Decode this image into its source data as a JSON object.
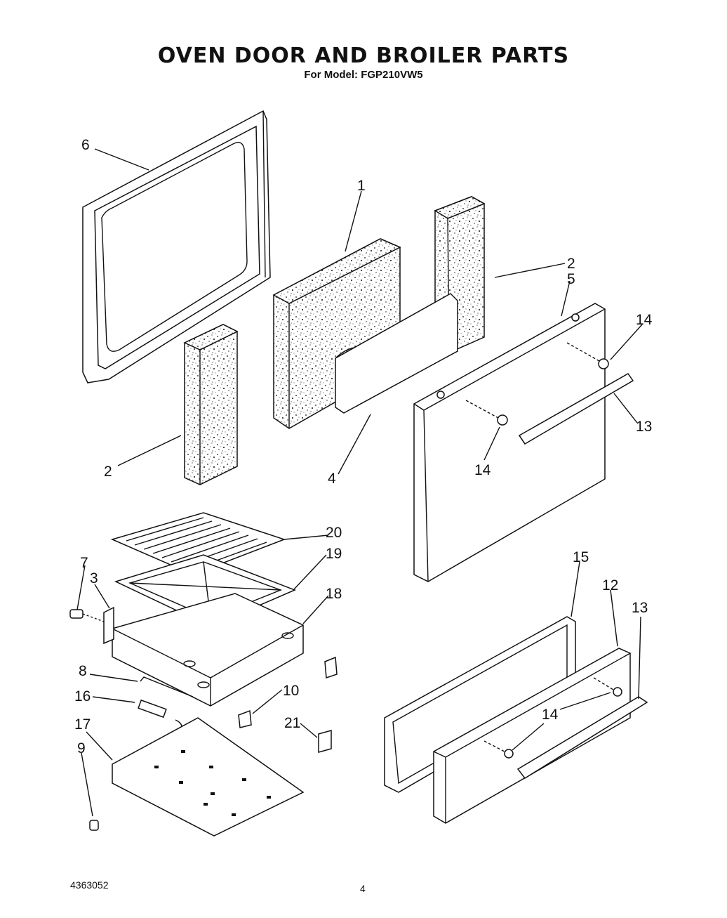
{
  "header": {
    "title": "OVEN DOOR AND BROILER PARTS",
    "subtitle": "For Model: FGP210VW5"
  },
  "footer": {
    "doc_number": "4363052",
    "page_number": "4"
  },
  "callouts": {
    "c1": "1",
    "c2a": "2",
    "c2b": "2",
    "c3": "3",
    "c4": "4",
    "c5": "5",
    "c6": "6",
    "c7": "7",
    "c8": "8",
    "c9": "9",
    "c10": "10",
    "c12": "12",
    "c13a": "13",
    "c13b": "13",
    "c14a": "14",
    "c14b": "14",
    "c14c": "14",
    "c15": "15",
    "c16": "16",
    "c17": "17",
    "c18": "18",
    "c19": "19",
    "c20": "20",
    "c21": "21"
  }
}
